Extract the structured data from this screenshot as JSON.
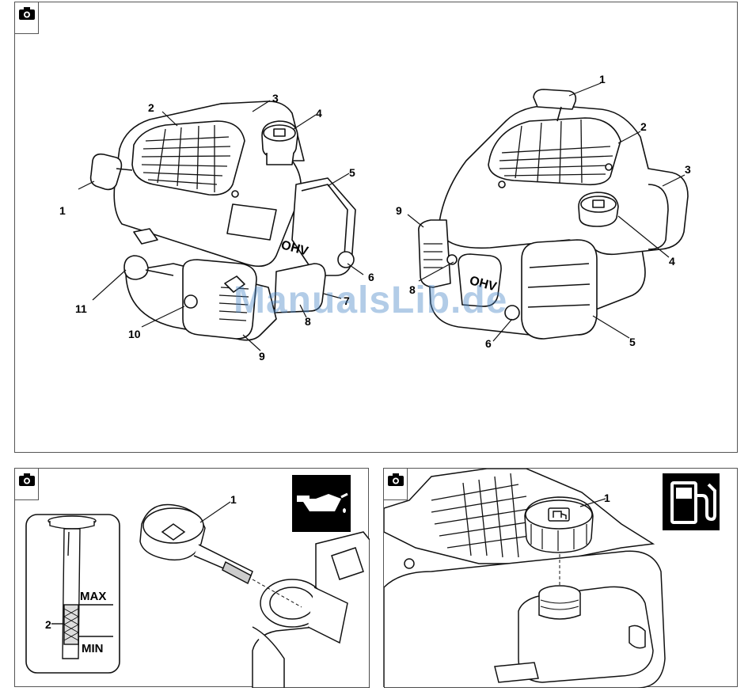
{
  "watermark": "ManualsLib.de",
  "top_panel": {
    "left_engine_labels": [
      "1",
      "2",
      "3",
      "4",
      "5",
      "6",
      "7",
      "8",
      "9",
      "10",
      "11"
    ],
    "right_engine_labels": [
      "1",
      "2",
      "3",
      "4",
      "5",
      "6",
      "8",
      "9"
    ],
    "engine_badge": "OHV"
  },
  "oil_panel": {
    "callout_1": "1",
    "callout_2": "2",
    "max_label": "MAX",
    "min_label": "MIN",
    "icon": "oil-can-icon"
  },
  "fuel_panel": {
    "callout_1": "1",
    "icon": "fuel-pump-icon"
  },
  "camera_icon": "camera-icon"
}
